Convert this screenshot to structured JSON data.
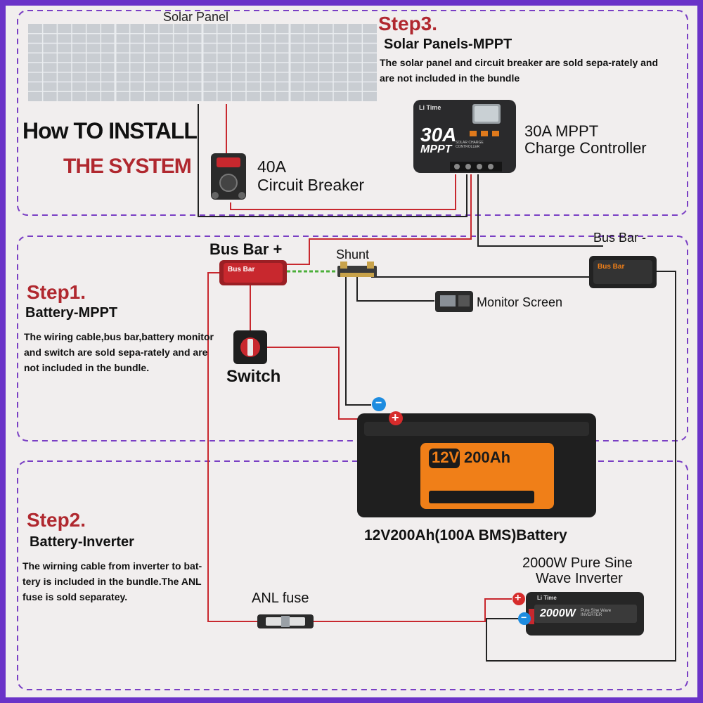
{
  "colors": {
    "frame": "#6a33c8",
    "background": "#f1eeee",
    "dash_border": "#7a3fc4",
    "positive_wire": "#c8282e",
    "negative_wire": "#222222",
    "ground_wire": "#4caf3a",
    "step_heading": "#b0282f",
    "battery_orange": "#f07f18"
  },
  "header": {
    "title_line1": "How TO INSTALL",
    "title_line2": "THE SYSTEM"
  },
  "step3": {
    "heading": "Step3.",
    "subtitle": "Solar Panels-MPPT",
    "body": "The solar panel and circuit breaker are sold sepa-rately and are not included in the bundle"
  },
  "step1": {
    "heading": "Step1.",
    "subtitle": "Battery-MPPT",
    "body": "The wiring cable,bus bar,battery monitor and switch are sold sepa-rately and are not included in the bundle."
  },
  "step2": {
    "heading": "Step2.",
    "subtitle": "Battery-Inverter",
    "body": "The wirning cable from inverter to bat-tery is included in the bundle.The ANL fuse is sold separatey."
  },
  "components": {
    "solar_panel": "Solar Panel",
    "breaker_line1": "40A",
    "breaker_line2": "Circuit Breaker",
    "controller_line1": "30A MPPT",
    "controller_line2": "Charge Controller",
    "bus_bar_pos": "Bus Bar +",
    "bus_bar_neg": "Bus Bar -",
    "shunt": "Shunt",
    "monitor": "Monitor Screen",
    "switch": "Switch",
    "battery": "12V200Ah(100A BMS)Battery",
    "inverter_line1": "2000W Pure Sine",
    "inverter_line2": "Wave Inverter",
    "anl_fuse": "ANL fuse"
  },
  "device_labels": {
    "controller_big": "30A",
    "controller_mppt": "MPPT",
    "controller_brand": "Li Time",
    "controller_sub": "SOLAR CHARGE CONTROLLER",
    "bus_bar_plate": "Bus Bar",
    "battery_voltage": "12V",
    "battery_capacity": "200Ah",
    "inverter_brand": "Li Time",
    "inverter_model": "2000W",
    "inverter_sub": "Pure Sine Wave INVERTER",
    "plus_sign": "+",
    "minus_sign": "−"
  }
}
